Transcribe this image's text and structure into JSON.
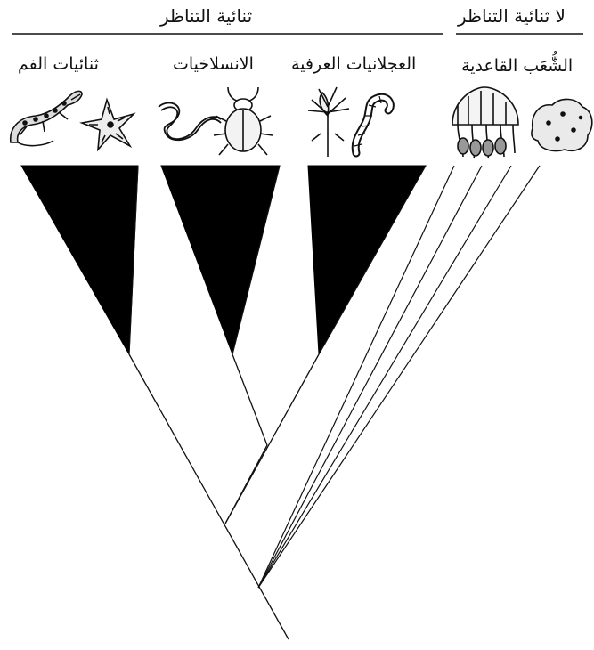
{
  "header": {
    "bilateria_label": "ثنائية التناظر",
    "nonbilateria_label": "لا ثنائية التناظر"
  },
  "clades": {
    "deuterostomia_label": "ثنائيات الفم",
    "ecdysozoa_label": "الانسلاخيات",
    "lophotrochozoa_label": "العجلانيات العرفية",
    "basal_label": "الشُّعَب القاعدية"
  },
  "illustrations": {
    "lizard": "lizard-icon",
    "starfish": "starfish-icon",
    "roundworm": "roundworm-icon",
    "beetle": "beetle-icon",
    "bryozoan": "bryozoan-icon",
    "annelid": "annelid-worm-icon",
    "jellyfish": "jellyfish-icon",
    "sponge": "sponge-icon"
  },
  "colors": {
    "ink": "#111111",
    "background": "#ffffff"
  }
}
